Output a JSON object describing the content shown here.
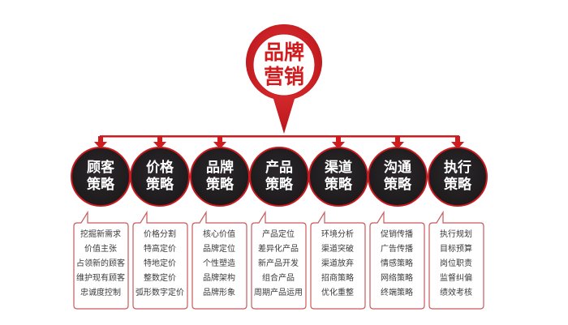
{
  "colors": {
    "accent": "#d01c1f",
    "node_fill": "#231f22",
    "node_text": "#ffffff",
    "box_border": "#c9595b",
    "box_text": "#3a3a3a"
  },
  "center": {
    "line1": "品牌",
    "line2": "营销",
    "icon": "map-pin-icon"
  },
  "strategies": [
    {
      "line1": "顾客",
      "line2": "策略",
      "items": [
        "挖掘新需求",
        "价值主张",
        "占领新的顾客",
        "维护现有顾客",
        "忠诚度控制"
      ]
    },
    {
      "line1": "价格",
      "line2": "策略",
      "items": [
        "价格分割",
        "特高定价",
        "特地定价",
        "整数定价",
        "弧形数字定价"
      ]
    },
    {
      "line1": "品牌",
      "line2": "策略",
      "items": [
        "核心价值",
        "品牌定位",
        "个性塑造",
        "品牌架构",
        "品牌形象"
      ]
    },
    {
      "line1": "产品",
      "line2": "策略",
      "items": [
        "产品定位",
        "差异化产品",
        "新产品开发",
        "组合产品",
        "周期产品运用"
      ]
    },
    {
      "line1": "渠道",
      "line2": "策略",
      "items": [
        "环境分析",
        "渠道突破",
        "渠道放弃",
        "招商策略",
        "优化重整"
      ]
    },
    {
      "line1": "沟通",
      "line2": "策略",
      "items": [
        "促销传播",
        "广告传播",
        "情感策略",
        "网络策略",
        "终端策略"
      ]
    },
    {
      "line1": "执行",
      "line2": "策略",
      "items": [
        "执行规划",
        "目标预算",
        "岗位职责",
        "监督纠偏",
        "绩效考核"
      ]
    }
  ]
}
